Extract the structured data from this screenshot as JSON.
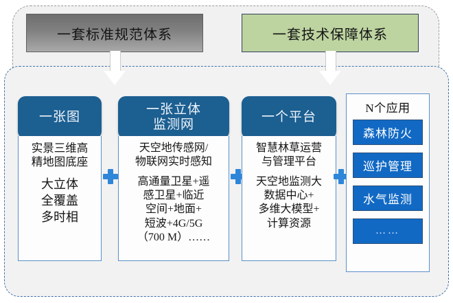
{
  "diagram": {
    "top_boxes": [
      {
        "id": "standards",
        "label": "一套标准规范体系",
        "color": "#7f7f7f"
      },
      {
        "id": "technical-guarantee",
        "label": "一套技术保障体系",
        "color": "#bdd3a0"
      }
    ],
    "accent_color": "#1c5f91",
    "app_chip_color": "#1169c4",
    "plus_color": "#2e86d8",
    "columns": [
      {
        "id": "one-map",
        "head": "一张图",
        "line_a": "实景三维高\n精地图底座",
        "line_b": "大立体\n全覆盖\n多时相"
      },
      {
        "id": "monitoring-network",
        "head": "一张立体\n监测网",
        "line_a": "天空地传感网/\n物联网实时感知",
        "line_b": "高通量卫星+遥\n感卫星+临近\n空间+地面+\n短波+4G/5G\n（700 M）……"
      },
      {
        "id": "platform",
        "head": "一个平台",
        "line_a": "智慧林草运营\n与管理平台",
        "line_b": "天空地监测大\n数据中心+\n多维大模型+\n计算资源"
      }
    ],
    "apps": {
      "title": "N个应用",
      "items": [
        {
          "label": "森林防火"
        },
        {
          "label": "巡护管理"
        },
        {
          "label": "水气监测"
        },
        {
          "label": "……"
        }
      ]
    },
    "plus_symbol": "+"
  }
}
